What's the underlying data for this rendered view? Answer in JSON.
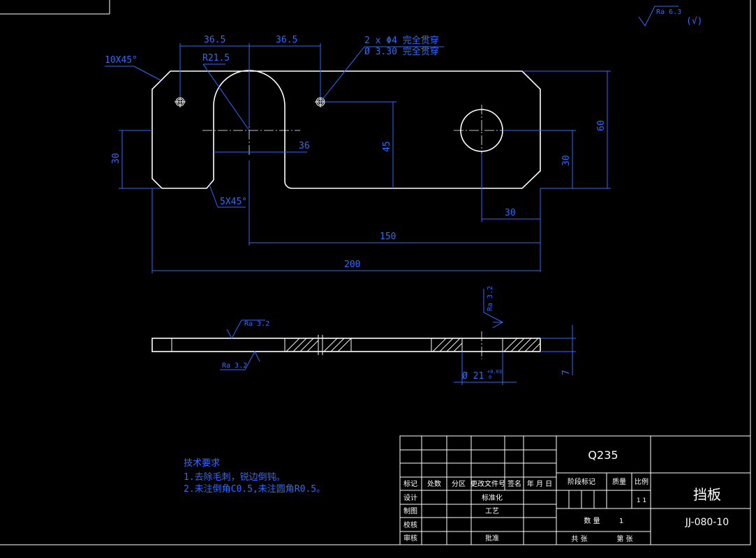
{
  "part_name": "挡板",
  "drawing_number": "JJ-080-10",
  "material": "Q235",
  "surface_finish": {
    "general": "Ra 6.3",
    "general_suffix": "(√)",
    "top": "Ra 3.2",
    "bottom": "Ra 3.2",
    "bore": "Ra 3.2"
  },
  "dimensions": {
    "hole_spacing_left": "36.5",
    "hole_spacing_right": "36.5",
    "slot_radius": "R21.5",
    "hole_note_line1": "2 x  Φ4  完全贯穿",
    "hole_note_line2": "Ø  3.30  完全贯穿",
    "chamfer_top": "10X45°",
    "chamfer_bottom": "5X45°",
    "slot_width": "36",
    "hole_height": "45",
    "left_height": "30",
    "right_height": "30",
    "total_height": "60",
    "bore_offset": "30",
    "bore_position": "150",
    "total_length": "200",
    "thickness": "7",
    "bore_diameter": "Ø 21",
    "bore_tol_upper": "+0.03",
    "bore_tol_lower": "0"
  },
  "notes": {
    "title": "技术要求",
    "line1": "1.去除毛刺，锐边倒钝。",
    "line2": "2.未注倒角C0.5,未注圆角R0.5。"
  },
  "title_block": {
    "mark": "标记",
    "count": "处数",
    "zone": "分区",
    "doc_no": "更改文件号",
    "signature": "签名",
    "date": "年 月 日",
    "design": "设计",
    "standardize": "标准化",
    "draw": "制图",
    "process": "工艺",
    "check": "校核",
    "review": "审核",
    "approve": "批准",
    "stage_mark": "阶段标记",
    "weight": "质量",
    "scale": "比例",
    "scale_value": "1 1",
    "quantity_label": "数 量",
    "quantity_value": "1",
    "sheets_total": "共 张",
    "sheet_no": "第 张"
  }
}
